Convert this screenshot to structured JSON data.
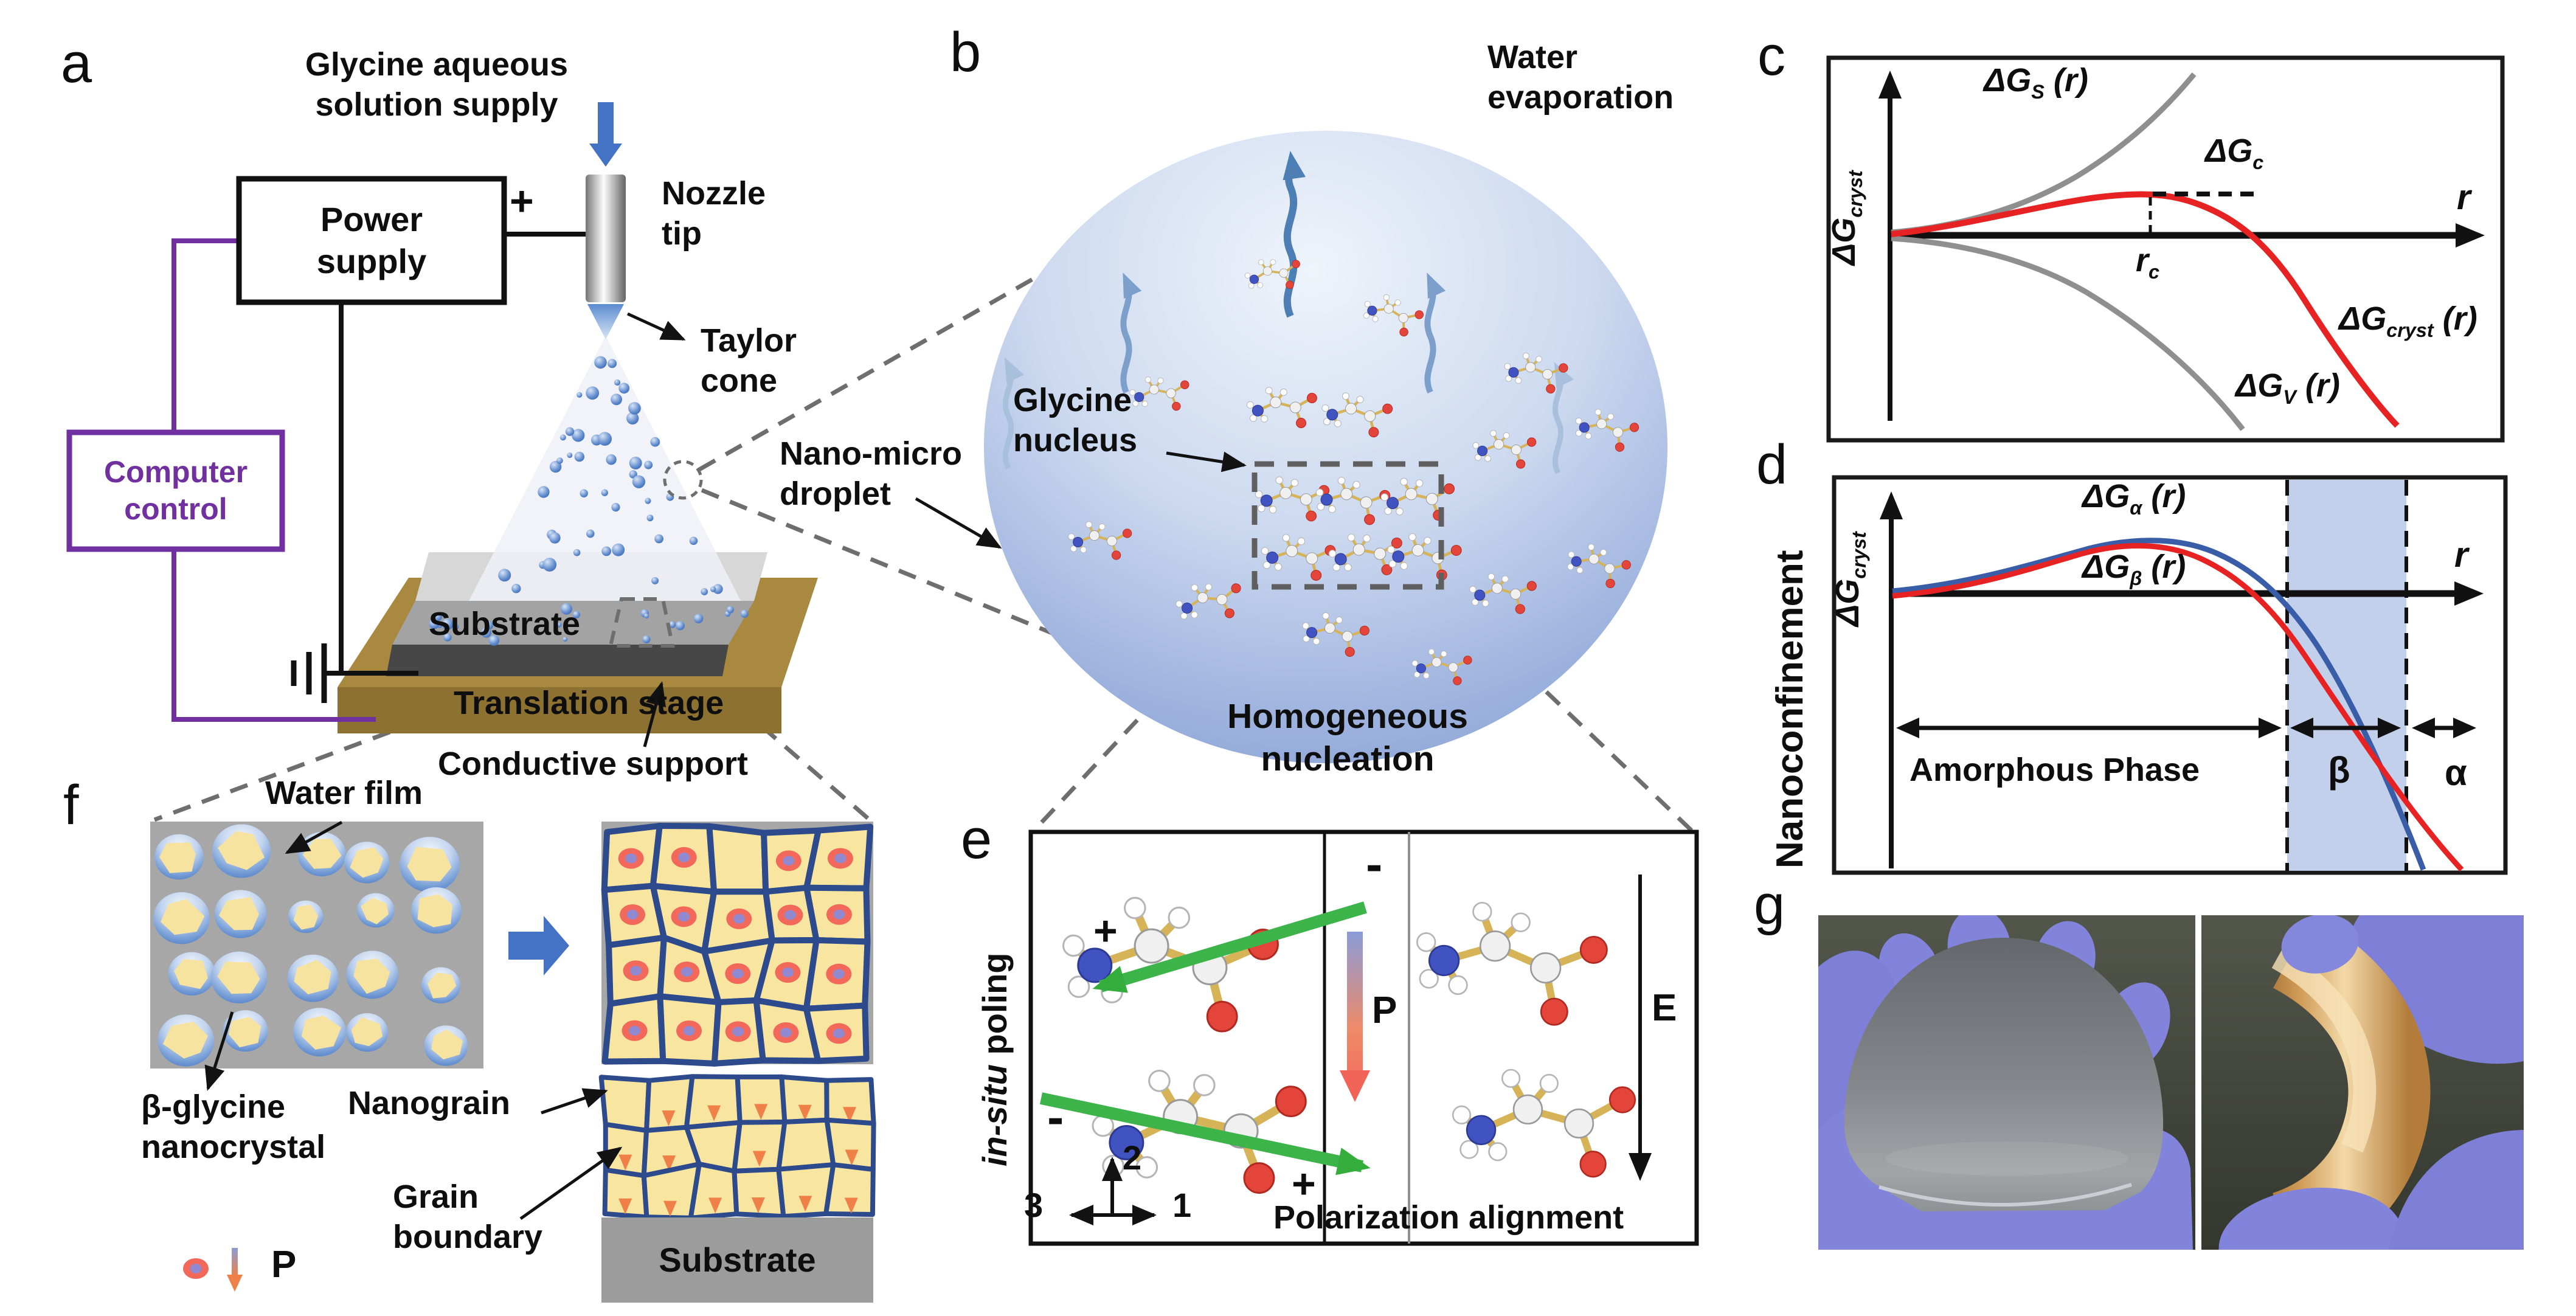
{
  "colors": {
    "accent_purple": "#7030a0",
    "accent_blue": "#4472c4",
    "curve_red": "#e62222",
    "curve_blue": "#3a5da8",
    "curve_gray": "#8f8f8f",
    "band_blue": "#b9c8e7",
    "grain_yellow": "#f8e5a0",
    "boundary_blue": "#2d4a8c",
    "polarization_green": "#3cb44a",
    "glove_purple": "#8184da"
  },
  "panel_a": {
    "label": "a",
    "supply": "Glycine aqueous\nsolution supply",
    "nozzle_tip": "Nozzle\ntip",
    "taylor_cone": "Taylor\ncone",
    "power_supply": "Power\nsupply",
    "plus": "+",
    "computer_control": "Computer\ncontrol",
    "substrate": "Substrate",
    "translation_stage": "Translation stage",
    "conductive_support": "Conductive support"
  },
  "panel_b": {
    "label": "b",
    "water_evaporation": "Water\nevaporation",
    "glycine_nucleus": "Glycine\nnucleus",
    "nano_micro_droplet": "Nano-micro\ndroplet",
    "homogeneous_nucleation": "Homogeneous\nnucleation"
  },
  "panel_c": {
    "label": "c",
    "ylabel_base": "ΔG",
    "ylabel_sub": "cryst",
    "s_base": "ΔG",
    "s_sub": "S",
    "s_suf": " (r)",
    "dgc_base": "ΔG",
    "dgc_sub": "c",
    "r_axis": "r",
    "rc_base": "r",
    "rc_sub": "c",
    "cryst_base": "ΔG",
    "cryst_sub": "cryst",
    "cryst_suf": " (r)",
    "v_base": "ΔG",
    "v_sub": "V",
    "v_suf": " (r)"
  },
  "panel_d": {
    "label": "d",
    "side_label": "Nanoconfinement",
    "ylabel_base": "ΔG",
    "ylabel_sub": "cryst",
    "alpha_base": "ΔG",
    "alpha_sub": "α",
    "alpha_suf": " (r)",
    "beta_base": "ΔG",
    "beta_sub": "β",
    "beta_suf": " (r)",
    "r_axis": "r",
    "region_amorphous": "Amorphous Phase",
    "region_beta": "β",
    "region_alpha": "α"
  },
  "panel_e": {
    "label": "e",
    "side_italic": "in-situ",
    "side_rest": " poling",
    "plus_top": "+",
    "minus_top": "-",
    "minus_bottom": "-",
    "plus_bottom": "+",
    "p_label": "P",
    "e_label": "E",
    "axis_1": "1",
    "axis_2": "2",
    "axis_3": "3",
    "caption": "Polarization alignment"
  },
  "panel_f": {
    "label": "f",
    "water_film": "Water film",
    "beta_glycine": "β-glycine\nnanocrystal",
    "nanograin": "Nanograin",
    "grain_boundary": "Grain\nboundary",
    "substrate": "Substrate",
    "p_label": "P"
  },
  "panel_g": {
    "label": "g"
  },
  "chart_data": [
    {
      "type": "line",
      "panel": "c",
      "title": "",
      "xlabel": "r",
      "ylabel": "ΔG_cryst",
      "series": [
        {
          "name": "ΔG_S (r)",
          "style": "gray, rises monotonically above axis"
        },
        {
          "name": "ΔG_cryst (r)",
          "style": "red, peaks at (r_c, ΔG_c) then falls below axis"
        },
        {
          "name": "ΔG_V (r)",
          "style": "gray, falls monotonically below axis"
        }
      ],
      "annotations": [
        "ΔG_c (dashed level at peak)",
        "r_c (dashed drop to axis)"
      ],
      "grid": false,
      "legend": "labels on curves"
    },
    {
      "type": "line",
      "panel": "d",
      "title": "Nanoconfinement",
      "xlabel": "r",
      "ylabel": "ΔG_cryst",
      "series": [
        {
          "name": "ΔG_α (r)",
          "style": "blue, slightly higher barrier"
        },
        {
          "name": "ΔG_β (r)",
          "style": "red, slightly lower barrier"
        }
      ],
      "regions": [
        "Amorphous Phase",
        "β (shaded blue band between dashed lines)",
        "α"
      ],
      "grid": false,
      "legend": "labels on curves"
    }
  ]
}
